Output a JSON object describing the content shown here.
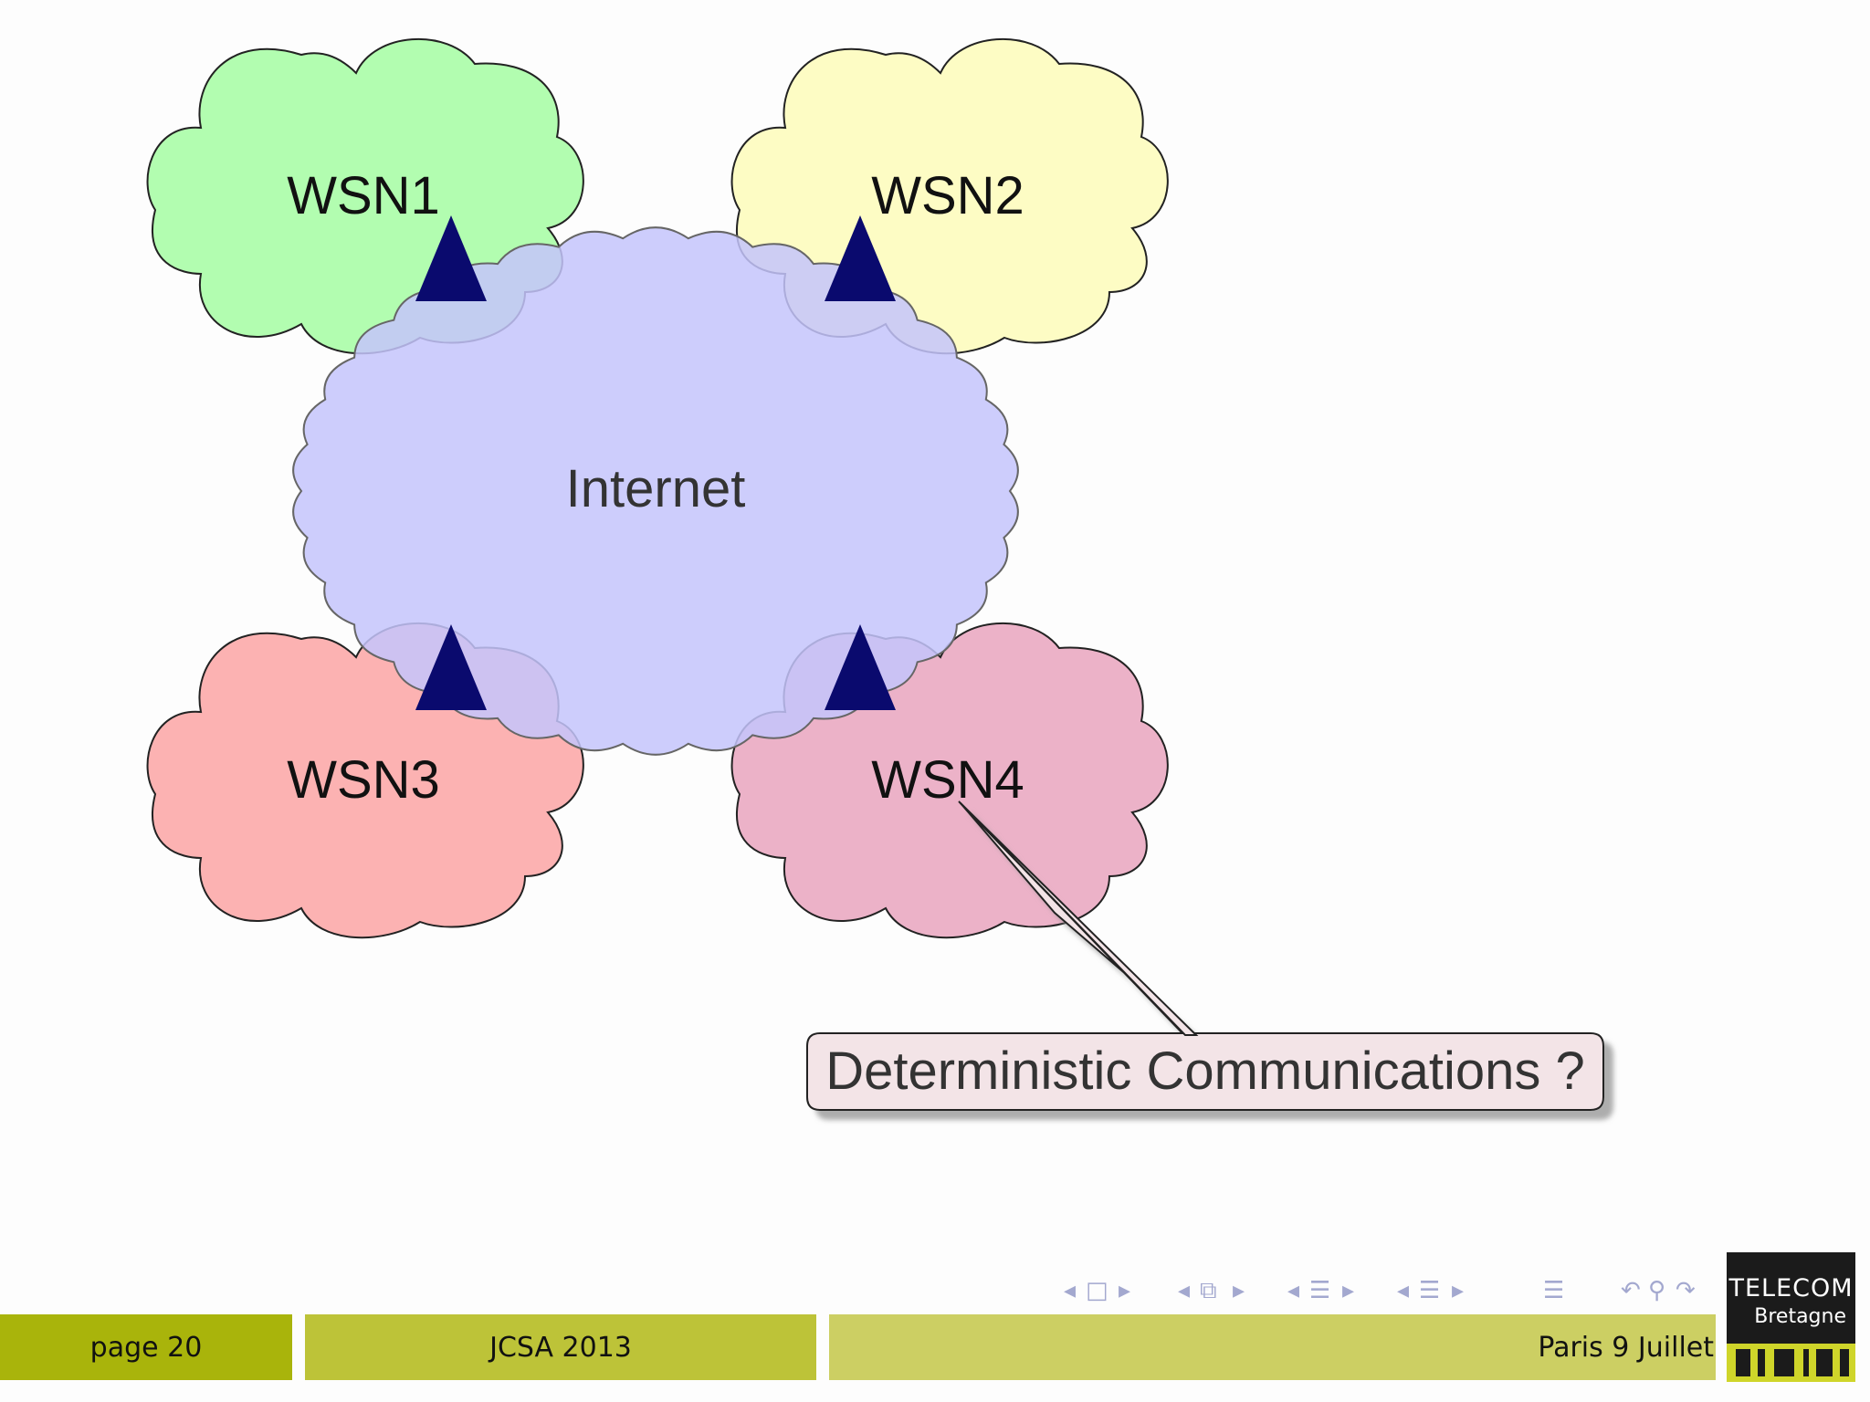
{
  "diagram": {
    "clouds": [
      {
        "id": "wsn1",
        "label": "WSN1",
        "fill": "#b2fdb0"
      },
      {
        "id": "wsn2",
        "label": "WSN2",
        "fill": "#fdfcc4"
      },
      {
        "id": "wsn3",
        "label": "WSN3",
        "fill": "#fcb2b2"
      },
      {
        "id": "wsn4",
        "label": "WSN4",
        "fill": "#ecb2c8"
      },
      {
        "id": "internet",
        "label": "Internet",
        "fill": "#c4c4fc"
      }
    ],
    "gateway_color": "#0a0a6e",
    "callout": {
      "text": "Deterministic Communications ?",
      "fill": "#f3e4e7"
    }
  },
  "footer": {
    "page": "page 20",
    "conference": "JCSA 2013",
    "place_date": "Paris 9 Juillet",
    "colors": [
      "#a9b40b",
      "#bdc338",
      "#cccf63"
    ]
  },
  "navigation": {
    "symbols": [
      "◂",
      "□",
      "▸",
      "◂",
      "⧉",
      "▸",
      "◂",
      "☰",
      "▸",
      "◂",
      "☰",
      "▸",
      "☰",
      "↶",
      "⚲",
      "↷"
    ]
  },
  "logo": {
    "line1": "TELECOM",
    "line2": "Bretagne"
  }
}
